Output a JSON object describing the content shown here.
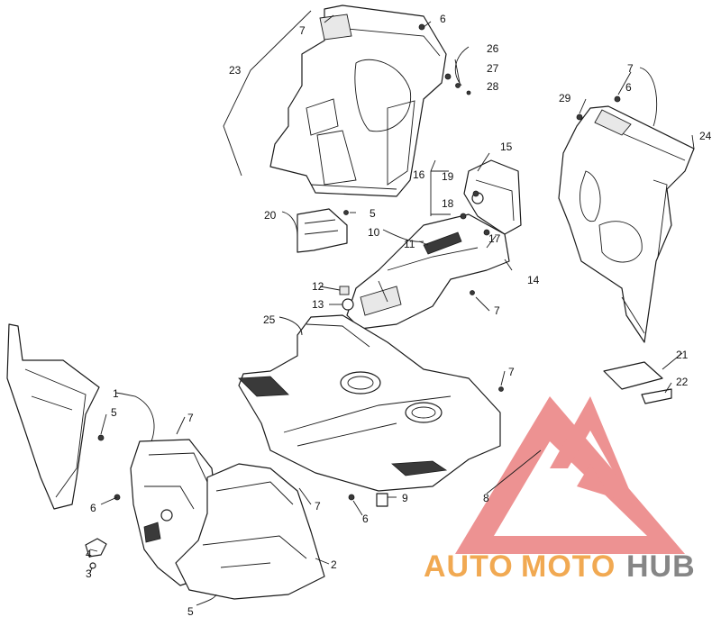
{
  "callouts": {
    "n1": "1",
    "n2": "2",
    "n3": "3",
    "n4": "4",
    "n5a": "5",
    "n5b": "5",
    "n5c": "5",
    "n6a": "6",
    "n6b": "6",
    "n6c": "6",
    "n6d": "6",
    "n7a": "7",
    "n7b": "7",
    "n7c": "7",
    "n7d": "7",
    "n7e": "7",
    "n7f": "7",
    "n8": "8",
    "n9": "9",
    "n10": "10",
    "n11": "11",
    "n12": "12",
    "n13": "13",
    "n14": "14",
    "n15": "15",
    "n16": "16",
    "n17": "17",
    "n18": "18",
    "n19": "19",
    "n20": "20",
    "n21": "21",
    "n22": "22",
    "n23": "23",
    "n24": "24",
    "n25": "25",
    "n26": "26",
    "n27": "27",
    "n28": "28",
    "n29": "29"
  },
  "watermark": {
    "auto": "AUTO",
    "moto": "MOTO",
    "hub": "HUB",
    "colors": {
      "red": "#e03a3a",
      "orange": "#f0a040",
      "grey": "#7a7a7a"
    }
  }
}
